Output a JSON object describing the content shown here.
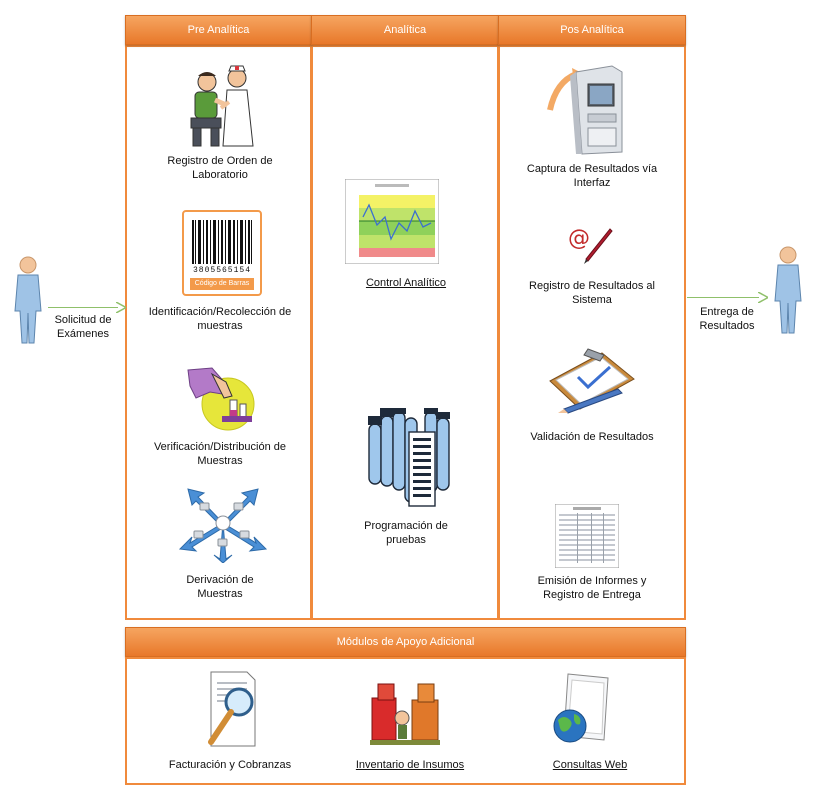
{
  "columns": [
    {
      "header": "Pre Analítica"
    },
    {
      "header": "Analítica"
    },
    {
      "header": "Pos Analítica"
    }
  ],
  "pre": {
    "registro": [
      "Registro de Orden de",
      "Laboratorio"
    ],
    "identificacion": [
      "Identificación/Recolección de",
      "muestras"
    ],
    "barcode_number": "3805565154",
    "barcode_caption": "Código de Barras",
    "verificacion": [
      "Verificación/Distribución de",
      "Muestras"
    ],
    "derivacion": [
      "Derivación de",
      "Muestras"
    ]
  },
  "analitica": {
    "control": "Control Analítico",
    "programacion": [
      "Programación de",
      "pruebas"
    ]
  },
  "pos": {
    "captura": [
      "Captura de Resultados vía",
      "Interfaz"
    ],
    "registro": [
      "Registro de Resultados al",
      "Sistema"
    ],
    "validacion": "Validación de Resultados",
    "emision": [
      "Emisión de Informes y",
      "Registro de Entrega"
    ]
  },
  "left_actor": [
    "Solicitud de",
    "Exámenes"
  ],
  "right_actor": [
    "Entrega de",
    "Resultados"
  ],
  "support": {
    "header": "Módulos de Apoyo Adicional",
    "items": [
      "Facturación y Cobranzas",
      "Inventario de Insumos",
      "Consultas Web"
    ]
  },
  "colors": {
    "accent": "#f08a3c",
    "arrow": "#8fc06a",
    "person": "#9fc3e6"
  }
}
